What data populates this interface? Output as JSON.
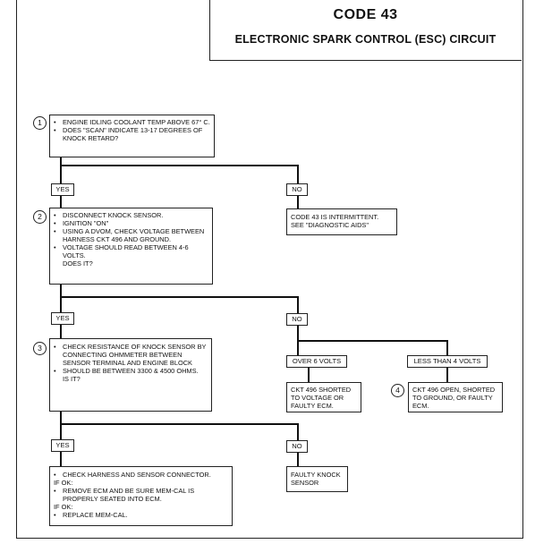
{
  "header": {
    "code": "CODE 43",
    "subtitle": "ELECTRONIC SPARK CONTROL (ESC) CIRCUIT"
  },
  "steps": {
    "step1": {
      "number": "1",
      "bullets": [
        "ENGINE IDLING COOLANT TEMP ABOVE 67° C.",
        "DOES \"SCAN\" INDICATE 13-17 DEGREES OF KNOCK RETARD?"
      ]
    },
    "step2": {
      "number": "2",
      "bullets": [
        "DISCONNECT KNOCK SENSOR.",
        "IGNITION \"ON\"",
        "USING A DVOM, CHECK VOLTAGE BETWEEN HARNESS CKT 496 AND GROUND.",
        "VOLTAGE SHOULD READ BETWEEN 4-6 VOLTS."
      ],
      "question": "DOES IT?"
    },
    "step3": {
      "number": "3",
      "bullets": [
        "CHECK RESISTANCE OF KNOCK SENSOR BY CONNECTING OHMMETER BETWEEN SENSOR TERMINAL AND ENGINE BLOCK",
        "SHOULD BE BETWEEN 3300 & 4500 OHMS."
      ],
      "question": "IS IT?"
    },
    "step4": {
      "number": "4",
      "text": "CKT 496 OPEN, SHORTED TO GROUND, OR FAULTY ECM."
    }
  },
  "labels": {
    "yes1": "YES",
    "no1": "NO",
    "yes2": "YES",
    "no2": "NO",
    "over": "OVER 6 VOLTS",
    "less": "LESS THAN 4 VOLTS",
    "yes3": "YES",
    "no3": "NO"
  },
  "results": {
    "intermittent": "CODE 43 IS INTERMITTENT. SEE \"DIAGNOSTIC AIDS\"",
    "shorted_voltage": "CKT 496 SHORTED TO VOLTAGE OR FAULTY ECM.",
    "faulty_sensor": "FAULTY KNOCK SENSOR",
    "final": {
      "bullet1": "CHECK HARNESS AND SENSOR CONNECTOR.",
      "if_ok_1": "IF OK:",
      "bullet2": "REMOVE ECM AND BE SURE MEM-CAL IS PROPERLY SEATED INTO ECM.",
      "if_ok_2": "IF OK:",
      "bullet3": "REPLACE MEM-CAL."
    }
  }
}
